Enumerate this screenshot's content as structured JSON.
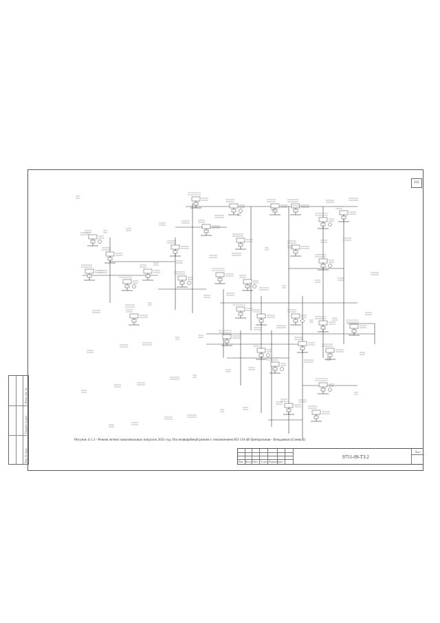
{
  "page": {
    "page_number": "115",
    "caption": "Рисунок 4.1.2 - Режим летних максимальных нагрузок 2021 год. Послеаварийный режим с отключением ВЛ 110 кВ Центральная - Бельдяжки (Схема 2)",
    "document_code": "9751-09-ТЗ.2",
    "stamp_labels": [
      "Изм.",
      "Кол.уч",
      "Лист",
      "№ док.",
      "Подпись",
      "Дата"
    ],
    "sheet_label": "Лист",
    "left_strip_labels": [
      "Взам. инв. №",
      "Подпись и дата",
      "Инв. № подл."
    ]
  }
}
